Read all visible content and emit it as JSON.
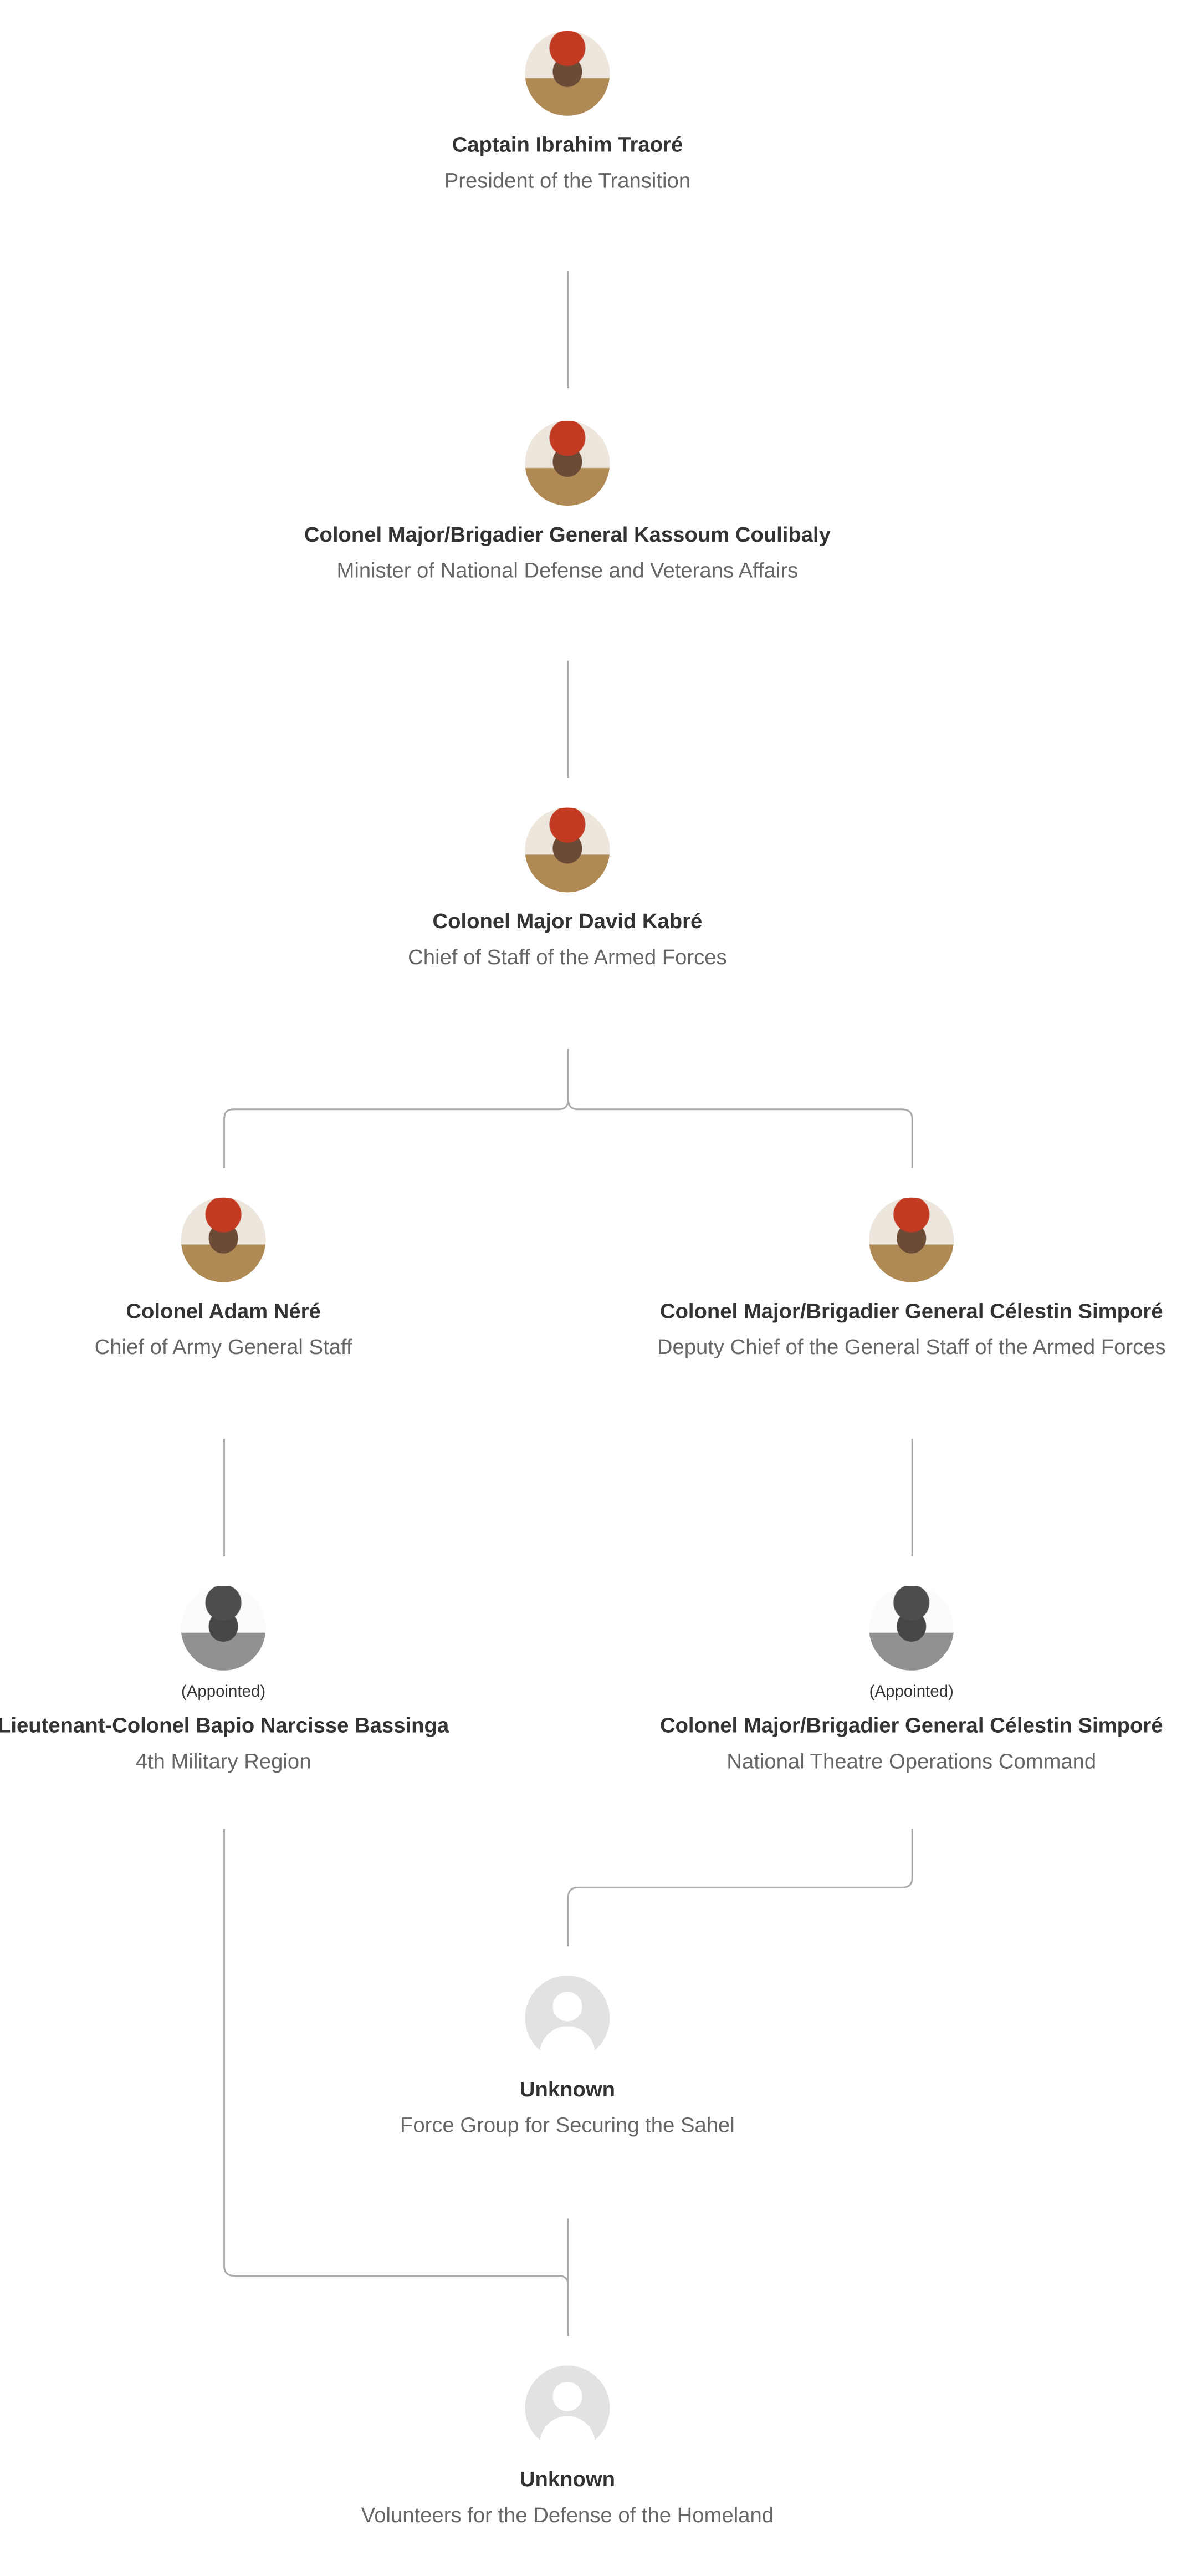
{
  "colors": {
    "line": "#aaaaaa",
    "name": "#333333",
    "title": "#666666"
  },
  "nodes": [
    {
      "name": "Captain Ibrahim Traoré",
      "title": "President of the Transition",
      "avatar": "photo"
    },
    {
      "name": "Colonel Major/Brigadier General Kassoum Coulibaly",
      "title": "Minister of National Defense and Veterans Affairs",
      "avatar": "photo"
    },
    {
      "name": "Colonel Major David Kabré",
      "title": "Chief of Staff of the Armed Forces",
      "avatar": "photo"
    },
    {
      "name": "Colonel Adam Néré",
      "title": "Chief of Army General Staff",
      "avatar": "photo"
    },
    {
      "name": "Colonel Major/Brigadier General Célestin Simporé",
      "title": "Deputy Chief of the General Staff of the Armed Forces",
      "avatar": "photo"
    },
    {
      "note": "(Appointed)",
      "name": "Lieutenant-Colonel Bapio Narcisse Bassinga",
      "title": "4th Military Region",
      "avatar": "photo-bw"
    },
    {
      "note": "(Appointed)",
      "name": "Colonel Major/Brigadier General Célestin Simporé",
      "title": "National Theatre Operations Command",
      "avatar": "photo-bw"
    },
    {
      "name": "Unknown",
      "title": "Force Group for Securing the Sahel",
      "avatar": "placeholder"
    },
    {
      "name": "Unknown",
      "title": "Volunteers for the Defense of the Homeland",
      "avatar": "placeholder"
    }
  ]
}
